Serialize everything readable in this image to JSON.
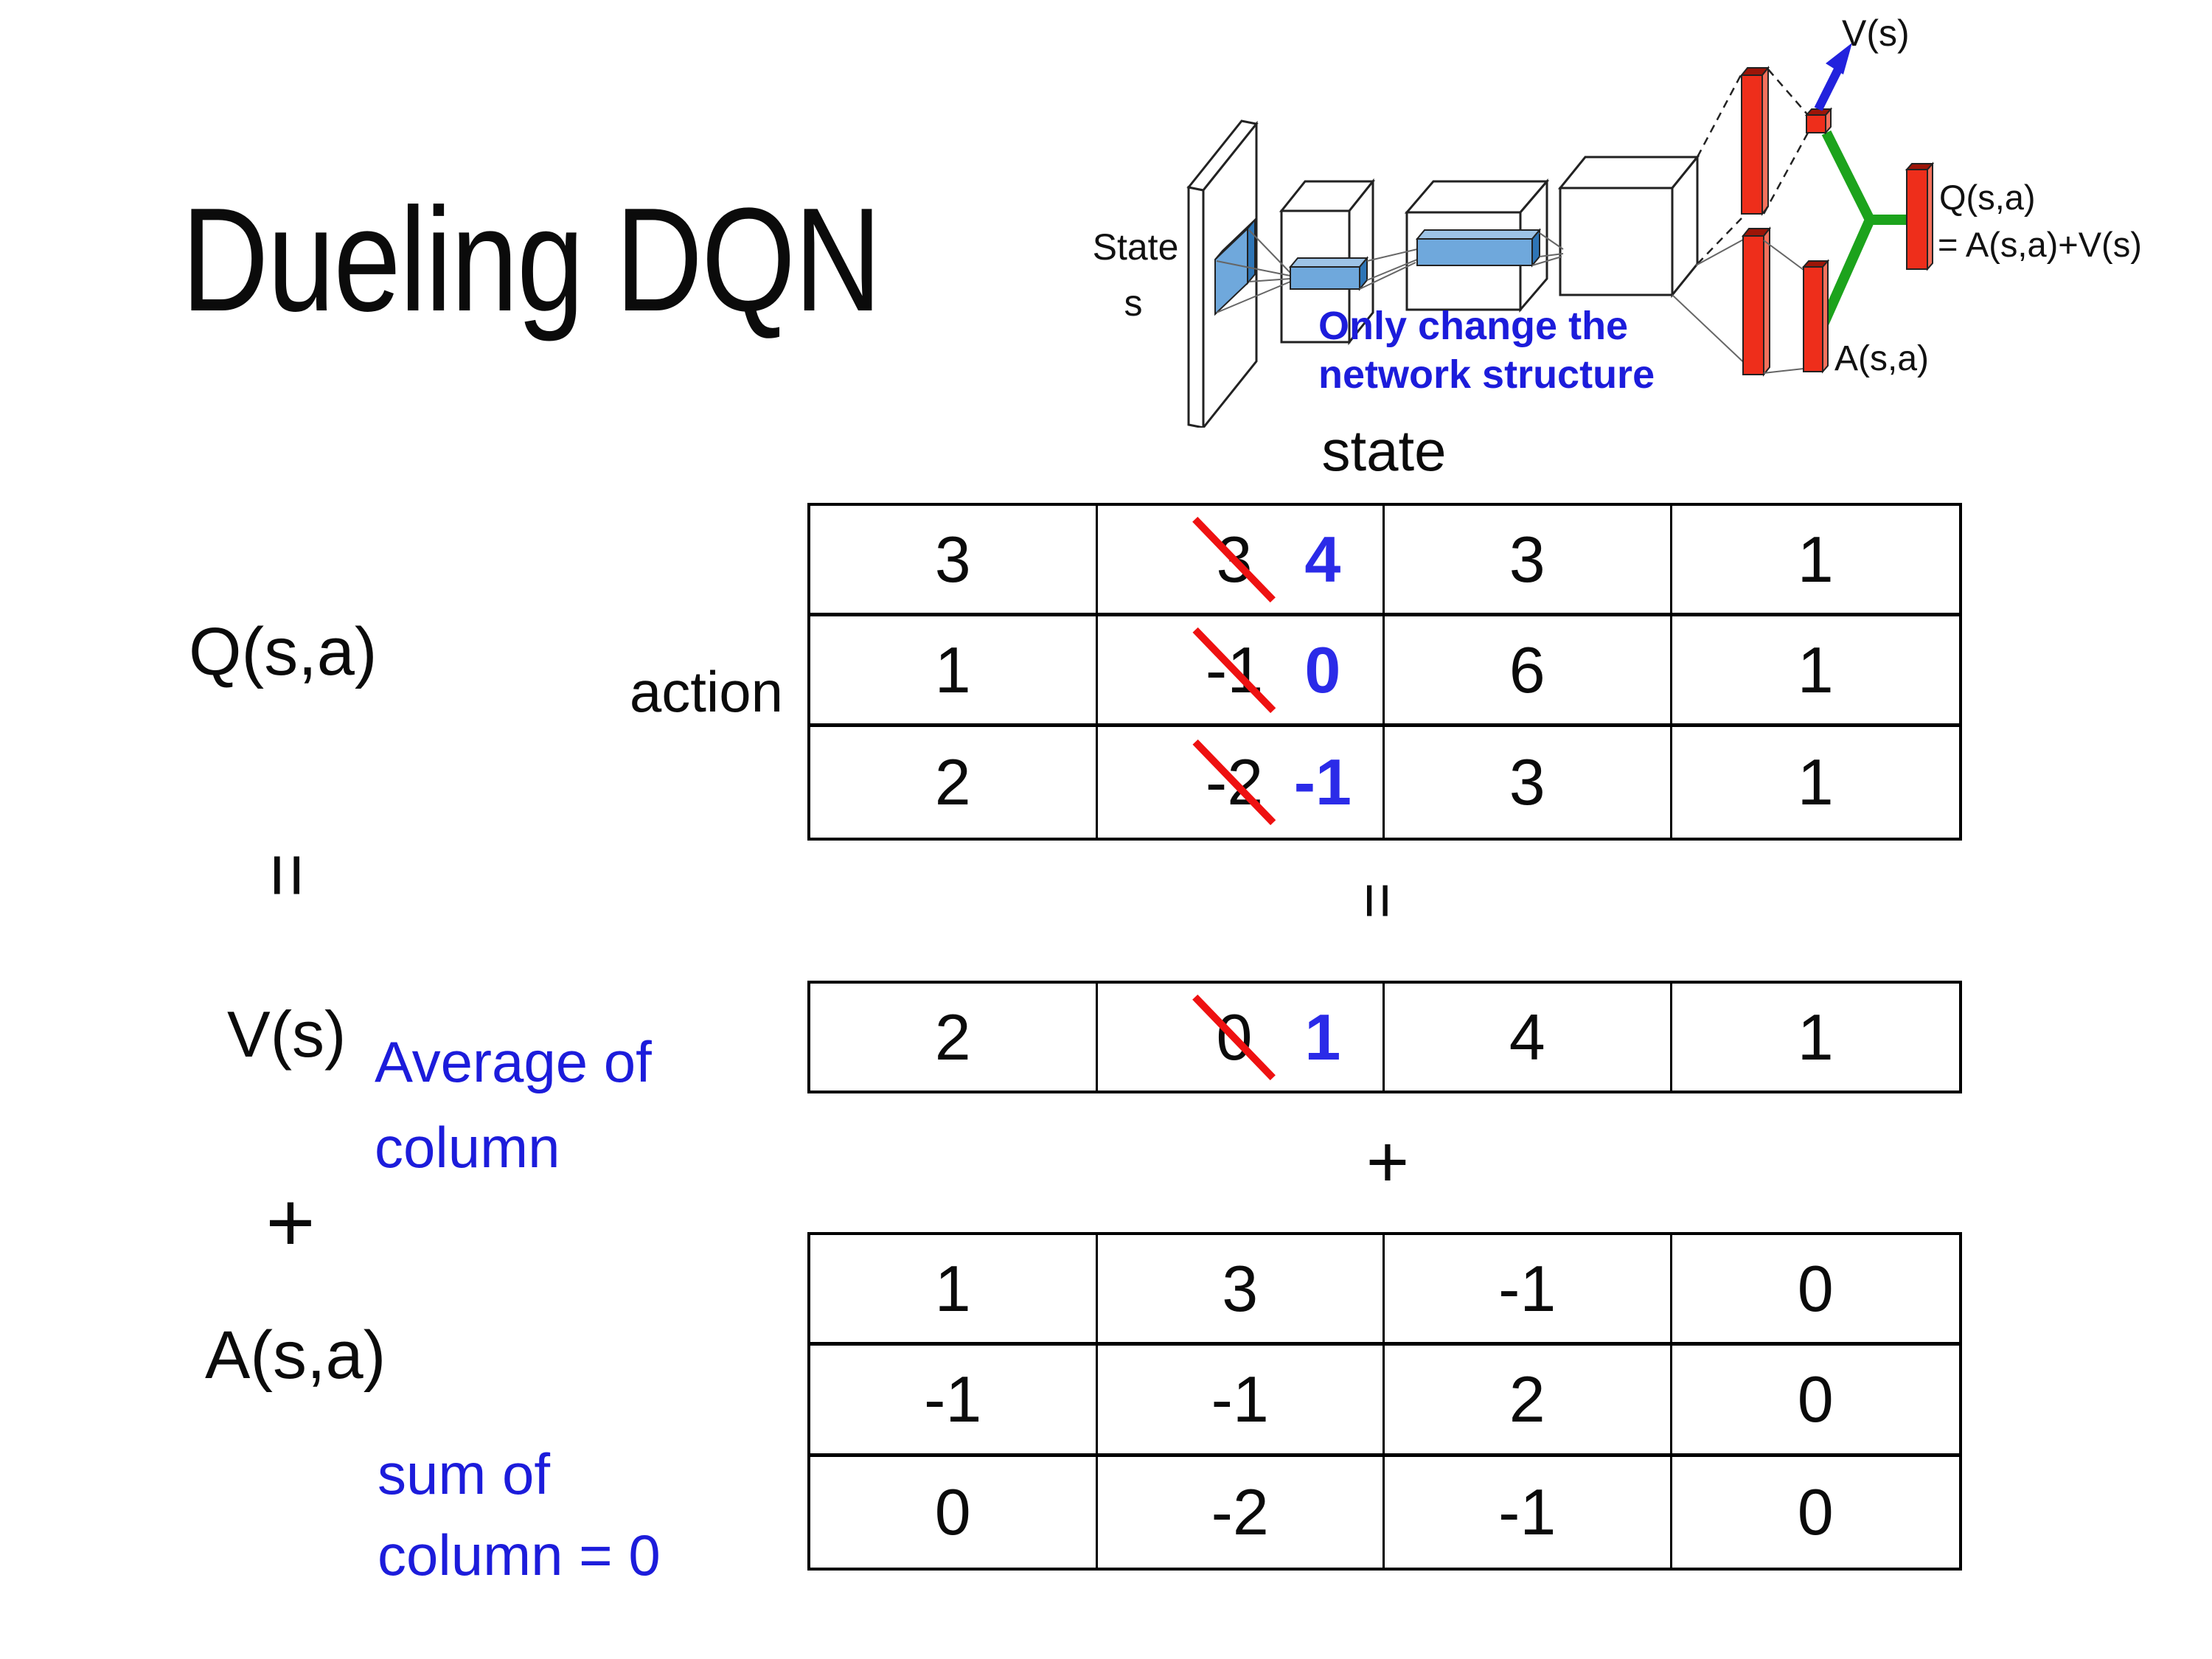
{
  "slide": {
    "title": "Dueling DQN",
    "background": "#ffffff"
  },
  "colors": {
    "blue_text": "#1C1CDB",
    "blue_digit": "#2B2BE8",
    "strike_red": "#EE1111",
    "bar_red": "#EE2E1B",
    "bar_red_dark": "#9C1508",
    "bar_red_light": "#F4705C",
    "green": "#1CA31C",
    "slab_blue": "#6FA8DC",
    "slab_blue_light": "#9DC3E6",
    "slab_blue_dark": "#2E75B6"
  },
  "diagram": {
    "state_line1": "State",
    "state_line2": "s",
    "note_line1": "Only change the",
    "note_line2": "network structure",
    "v_out_label": "V(s)",
    "q_out_label": "Q(s,a)",
    "q_out_formula": "= A(s,a)+V(s)",
    "a_out_label": "A(s,a)"
  },
  "equation": {
    "q_label": "Q(s,a)",
    "equals": "=",
    "v_label": "V(s)",
    "plus": "+",
    "a_label": "A(s,a)",
    "avg_note_line1": "Average of",
    "avg_note_line2": "column",
    "sum_note_line1": "sum of",
    "sum_note_line2": "column = 0",
    "state_header": "state",
    "action_label": "action",
    "equals_mid": "=",
    "plus_mid": "+"
  },
  "tables": {
    "q_table": {
      "rows": [
        [
          {
            "v": "3"
          },
          {
            "old": "3",
            "new": "4"
          },
          {
            "v": "3"
          },
          {
            "v": "1"
          }
        ],
        [
          {
            "v": "1"
          },
          {
            "old": "-1",
            "new": "0"
          },
          {
            "v": "6"
          },
          {
            "v": "1"
          }
        ],
        [
          {
            "v": "2"
          },
          {
            "old": "-2",
            "new": "-1"
          },
          {
            "v": "3"
          },
          {
            "v": "1"
          }
        ]
      ]
    },
    "v_table": {
      "rows": [
        [
          {
            "v": "2"
          },
          {
            "old": "0",
            "new": "1"
          },
          {
            "v": "4"
          },
          {
            "v": "1"
          }
        ]
      ]
    },
    "a_table": {
      "rows": [
        [
          {
            "v": "1"
          },
          {
            "v": "3"
          },
          {
            "v": "-1"
          },
          {
            "v": "0"
          }
        ],
        [
          {
            "v": "-1"
          },
          {
            "v": "-1"
          },
          {
            "v": "2"
          },
          {
            "v": "0"
          }
        ],
        [
          {
            "v": "0"
          },
          {
            "v": "-2"
          },
          {
            "v": "-1"
          },
          {
            "v": "0"
          }
        ]
      ]
    }
  }
}
